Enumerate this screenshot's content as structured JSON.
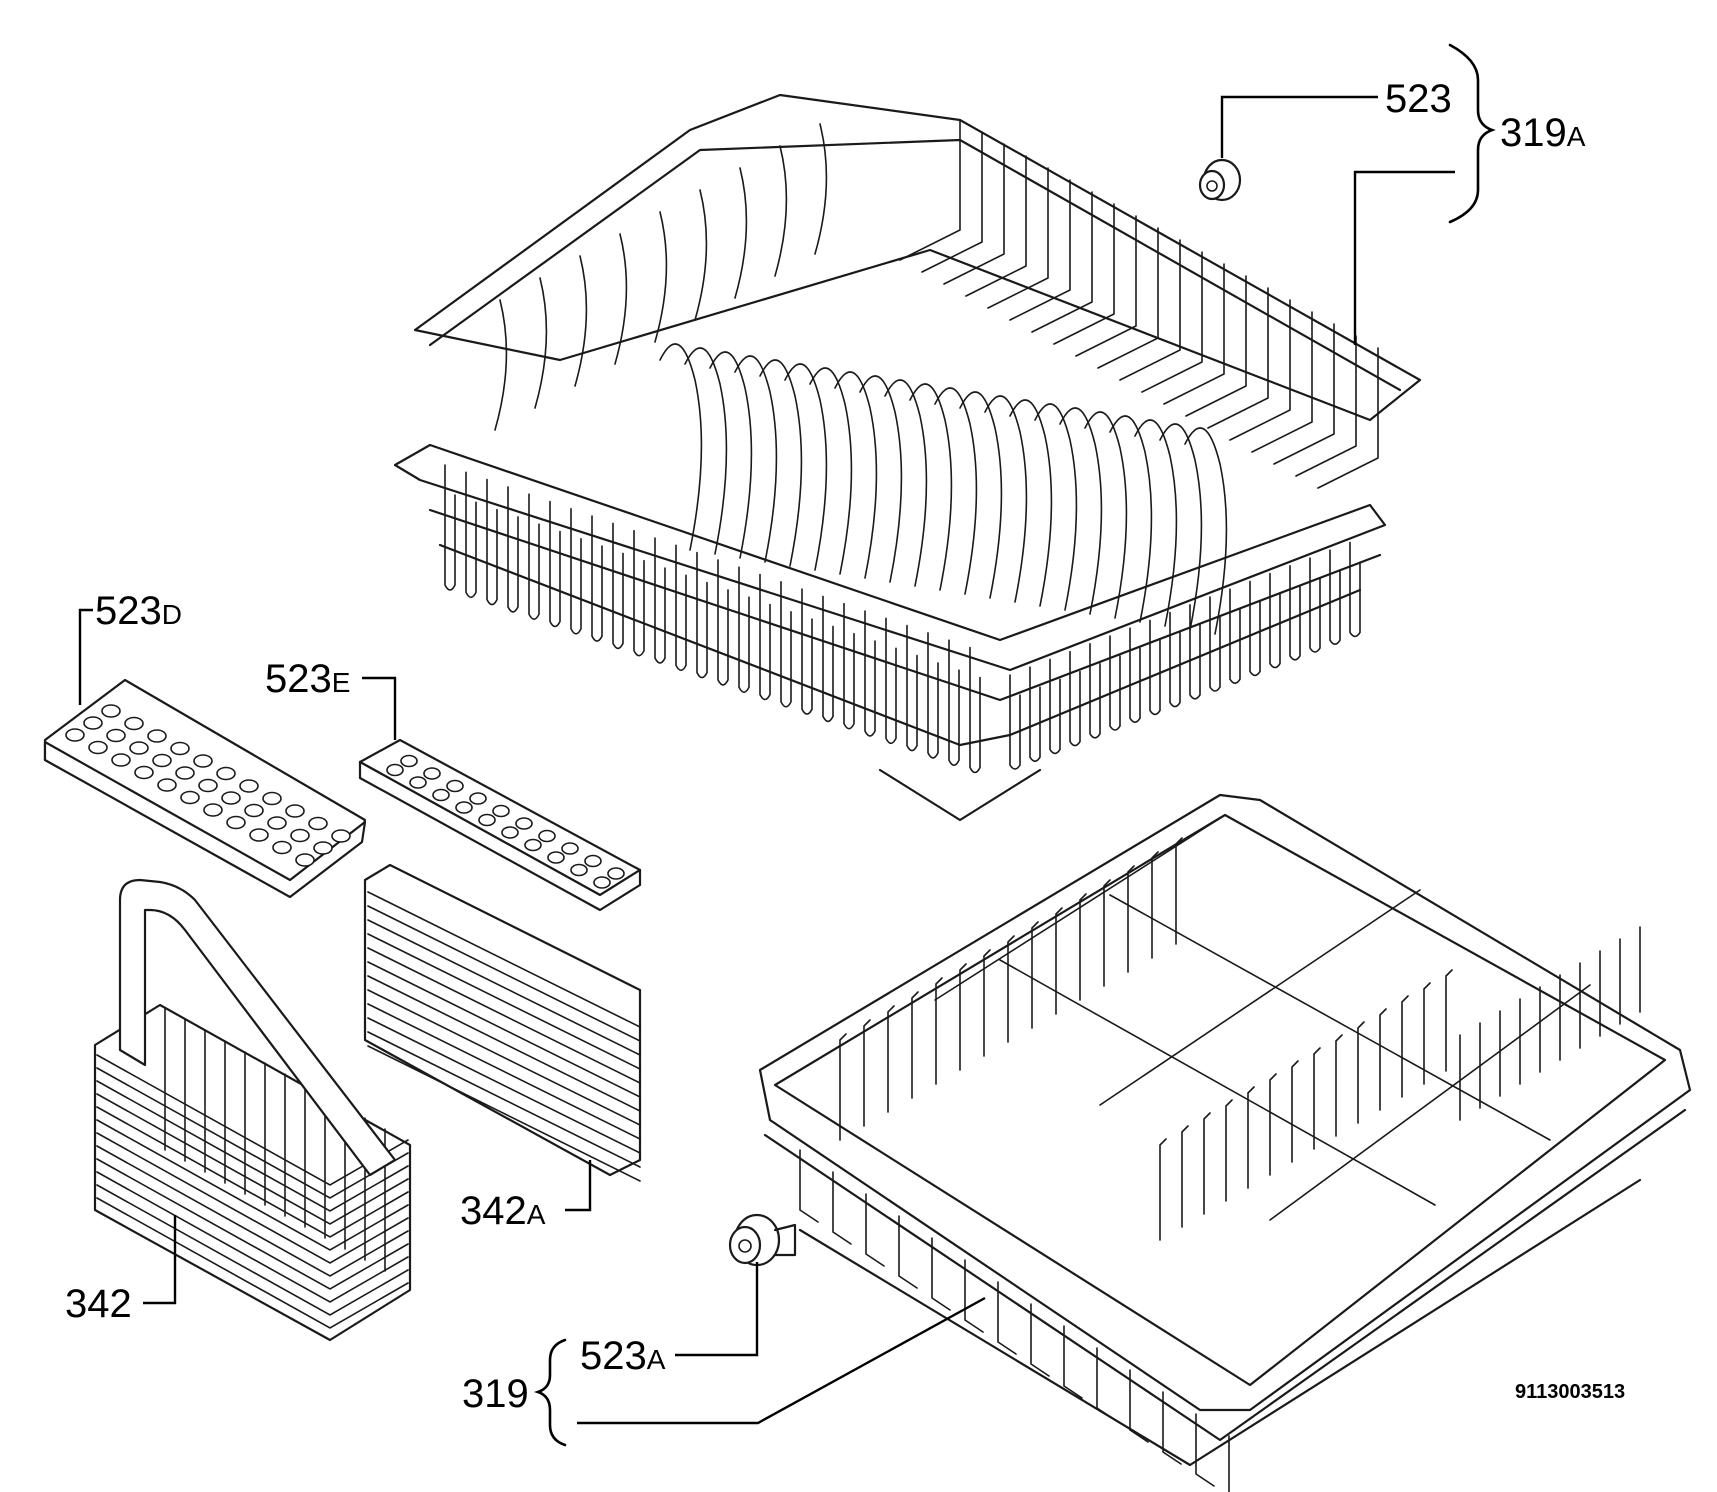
{
  "labels": {
    "p523": {
      "num": "523",
      "suffix": ""
    },
    "p319A": {
      "num": "319",
      "suffix": "A"
    },
    "p523D": {
      "num": "523",
      "suffix": "D"
    },
    "p523E": {
      "num": "523",
      "suffix": "E"
    },
    "p342A": {
      "num": "342",
      "suffix": "A"
    },
    "p342": {
      "num": "342",
      "suffix": ""
    },
    "p523A": {
      "num": "523",
      "suffix": "A"
    },
    "p319": {
      "num": "319",
      "suffix": ""
    }
  },
  "document_number": "9113003513"
}
